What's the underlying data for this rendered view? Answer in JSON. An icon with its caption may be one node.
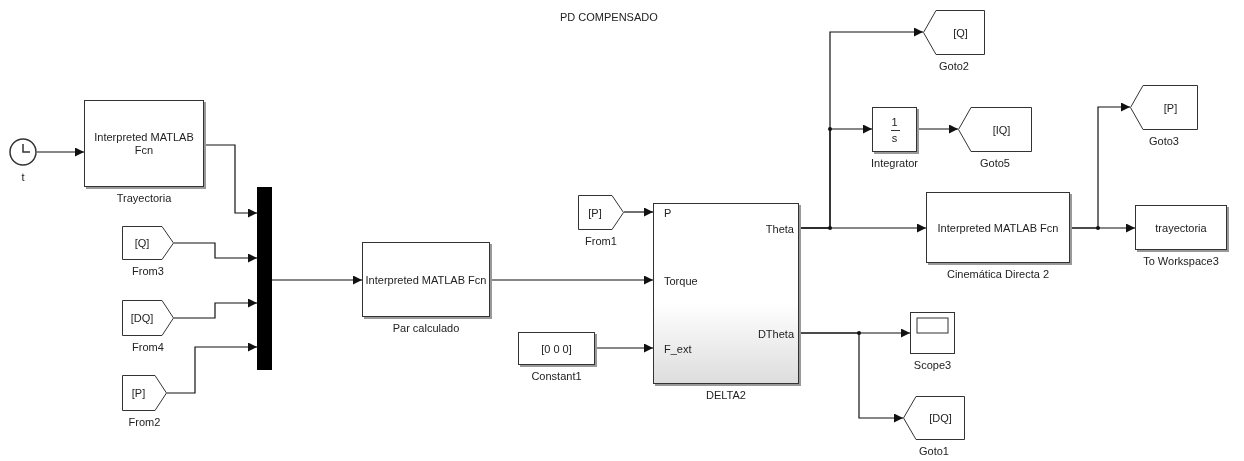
{
  "diagram": {
    "title": "PD COMPENSADO",
    "nodes": [
      {
        "text": [],
        "shape": "clock",
        "beside": [
          "t"
        ]
      },
      {
        "text": [
          "Interpreted MATLAB Fcn"
        ],
        "beside": [
          "Trayectoria"
        ]
      },
      {
        "text": [
          "[Q]"
        ],
        "beside": [
          "From3"
        ]
      },
      {
        "text": [
          "[DQ]"
        ],
        "beside": [
          "From4"
        ]
      },
      {
        "text": [
          "[P]"
        ],
        "beside": [
          "From2"
        ]
      },
      {
        "text": [],
        "shape": "bar"
      },
      {
        "text": [
          "Interpreted MATLAB Fcn"
        ],
        "beside": [
          "Par calculado"
        ]
      },
      {
        "text": [
          "[P]"
        ],
        "beside": [
          "From1"
        ]
      },
      {
        "text": [
          "[0  0  0]"
        ],
        "beside": [
          "Constant1"
        ]
      },
      {
        "text": [
          "P",
          "Torque",
          "F_ext",
          "Theta",
          "DTheta"
        ],
        "beside": [
          "DELTA2"
        ]
      },
      {
        "text": [
          "[Q]"
        ],
        "beside": [
          "Goto2"
        ]
      },
      {
        "text": [
          "1",
          "s"
        ],
        "beside": [
          "Integrator"
        ]
      },
      {
        "text": [
          "[IQ]"
        ],
        "beside": [
          "Goto5"
        ]
      },
      {
        "text": [
          "Interpreted MATLAB Fcn"
        ],
        "beside": [
          "Cinemática Directa 2"
        ]
      },
      {
        "text": [
          "[P]"
        ],
        "beside": [
          "Goto3"
        ]
      },
      {
        "text": [
          "trayectoria"
        ],
        "beside": [
          "To Workspace3"
        ]
      },
      {
        "text": [],
        "shape": "box",
        "beside": [
          "Scope3"
        ]
      },
      {
        "text": [
          "[DQ]"
        ],
        "beside": [
          "Goto1"
        ]
      }
    ],
    "edges": [
      {
        "from": 0,
        "to": 1,
        "arrow": "to"
      },
      {
        "from": 1,
        "to": 5,
        "arrow": "to"
      },
      {
        "from": 2,
        "to": 5,
        "arrow": "to"
      },
      {
        "from": 3,
        "to": 5,
        "arrow": "to"
      },
      {
        "from": 4,
        "to": 5,
        "arrow": "to"
      },
      {
        "from": 5,
        "to": 6,
        "arrow": "to"
      },
      {
        "from": 6,
        "to": 9,
        "arrow": "to"
      },
      {
        "from": 7,
        "to": 9,
        "arrow": "to"
      },
      {
        "from": 8,
        "to": 9,
        "arrow": "to"
      },
      {
        "from": 9,
        "to": 10,
        "arrow": "to"
      },
      {
        "from": 9,
        "to": 11,
        "arrow": "to"
      },
      {
        "from": 9,
        "to": 13,
        "arrow": "to"
      },
      {
        "from": 11,
        "to": 12,
        "arrow": "to"
      },
      {
        "from": 13,
        "to": 14,
        "arrow": "to"
      },
      {
        "from": 13,
        "to": 15,
        "arrow": "to"
      },
      {
        "from": 9,
        "to": 16,
        "arrow": "to"
      },
      {
        "from": 9,
        "to": 17,
        "arrow": "to"
      }
    ]
  }
}
